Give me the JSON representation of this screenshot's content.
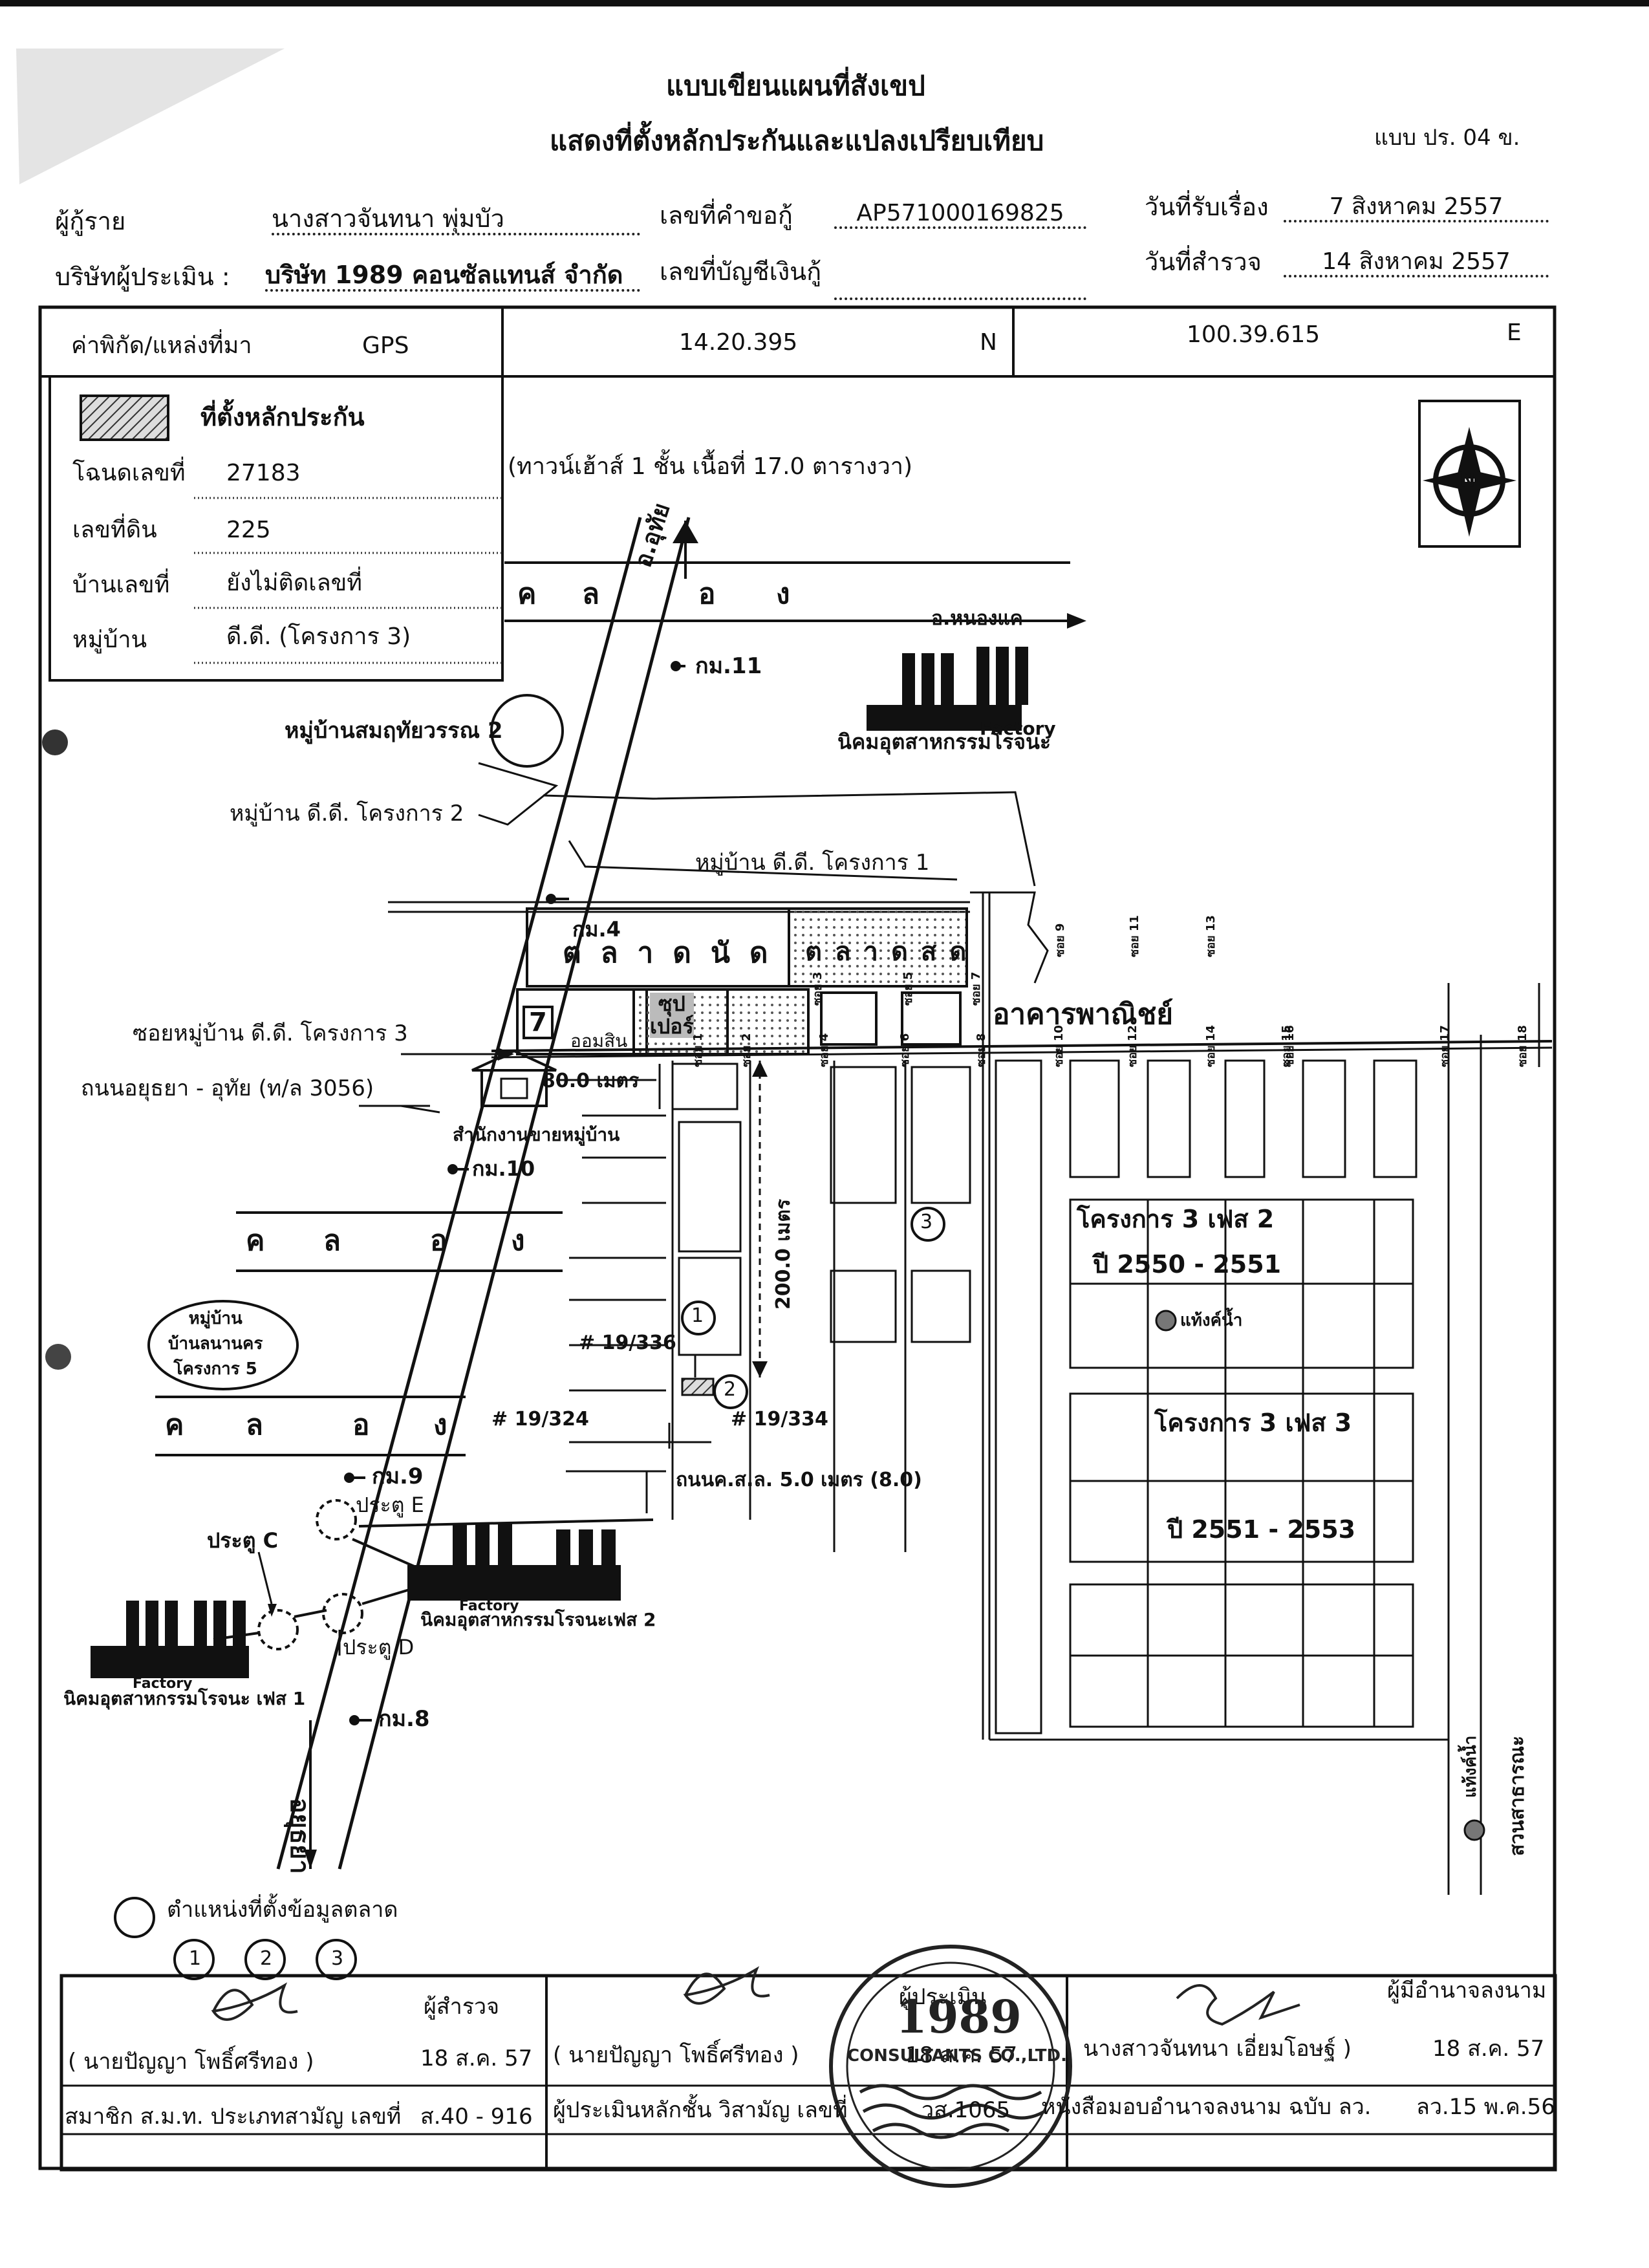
{
  "header": {
    "title": "แบบเขียนแผนที่สังเขป",
    "subtitle": "แสดงที่ตั้งหลักประกันและแปลงเปรียบเทียบ",
    "form_code": "แบบ ปร. 04 ข."
  },
  "info": {
    "applicant_label": "ผู้กู้ราย",
    "applicant_value": "นางสาวจันทนา   พุ่มบัว",
    "request_no_label": "เลขที่คำขอกู้",
    "request_no_value": "AP571000169825",
    "received_date_label": "วันที่รับเรื่อง",
    "received_date_value": "7 สิงหาคม 2557",
    "appraiser_company_label": "บริษัทผู้ประเมิน :",
    "appraiser_company_value": "บริษัท 1989 คอนซัลแทนส์ จำกัด",
    "loan_account_label": "เลขที่บัญชีเงินกู้",
    "survey_date_label": "วันที่สำรวจ",
    "survey_date_value": "14 สิงหาคม 2557"
  },
  "coords": {
    "label": "ค่าพิกัด/แหล่งที่มา",
    "source": "GPS",
    "lat": "14.20.395",
    "lat_dir": "N",
    "lon": "100.39.615",
    "lon_dir": "E"
  },
  "collateral": {
    "legend_label": "ที่ตั้งหลักประกัน",
    "deed_label": "โฉนดเลขที่",
    "deed_value": "27183",
    "land_no_label": "เลขที่ดิน",
    "land_no_value": "225",
    "house_no_label": "บ้านเลขที่",
    "house_no_value": "ยังไม่ติดเลขที่",
    "village_label": "หมู่บ้าน",
    "village_value": "ดี.ดี. (โครงการ 3)",
    "building_note": "(ทาวน์เฮ้าส์ 1 ชั้น  เนื้อที่ 17.0 ตารางวา)"
  },
  "map": {
    "compass": "N",
    "road_north": "อ.อุทัย",
    "road_south": "อยุธยา",
    "canal_chars": [
      "ค",
      "ล",
      "อ",
      "ง"
    ],
    "to_nongkhae": "อ.หนองแค",
    "km11": "กม.11",
    "km10": "กม.10",
    "km9": "กม.9",
    "km8": "กม.8",
    "km4": "กม.4",
    "village_somrudee": "หมู่บ้านสมฤทัยวรรณ 2",
    "village_dd2": "หมู่บ้าน ดี.ดี. โครงการ 2",
    "village_dd1": "หมู่บ้าน ดี.ดี. โครงการ 1",
    "soi_dd3": "ซอยหมู่บ้าน ดี.ดี. โครงการ 3",
    "road_main": "ถนนอยุธยา - อุทัย (ท/ล 3056)",
    "market_nat": "ตลาดนัด",
    "market_fresh": "ตลาดสด",
    "supermarket": "ซุป\nเปอร์",
    "seven": "7",
    "savings": "ออมสิน",
    "commercial": "อาคารพาณิชย์",
    "village_office": "สำนักงานขายหมู่บ้าน",
    "dist_80": "80.0 เมตร",
    "dist_200": "200.0 เมตร",
    "road_width": "ถนนค.ส.ล. 5.0 เมตร (8.0)",
    "plot_19_336": "# 19/336",
    "plot_19_324": "# 19/324",
    "plot_19_334": "# 19/334",
    "phase2_title": "โครงการ 3 เฟส 2",
    "phase2_years": "ปี 2550 - 2551",
    "phase3_title": "โครงการ 3 เฟส 3",
    "phase3_years": "ปี 2551 - 2553",
    "water_tank": "แท้งค์น้ำ",
    "park": "สวนสาธารณะ",
    "village_banlanakorn": "หมู่บ้าน\nบ้านลนานคร\nโครงการ 5",
    "gate_c": "ประตู C",
    "gate_d": "ประตู D",
    "gate_e": "ประตู E",
    "factory": "Factory",
    "estate_rojana": "นิคมอุตสาหกรรมโรจนะ",
    "estate_rojana_2": "นิคมอุตสาหกรรมโรจนะเฟส 2",
    "estate_rojana_1": "นิคมอุตสาหกรรมโรจนะ เฟส 1",
    "soi_labels": [
      "ซอย 1",
      "ซอย 2",
      "ซอย 3",
      "ซอย 4",
      "ซอย 5",
      "ซอย 6",
      "ซอย 7",
      "ซอย 8",
      "ซอย 9",
      "ซอย 10",
      "ซอย 11",
      "ซอย 12",
      "ซอย 13",
      "ซอย 14",
      "ซอย 15",
      "ซอย 16",
      "ซอย 17",
      "ซอย 18"
    ],
    "comp_1": "1",
    "comp_2": "2",
    "comp_3": "3"
  },
  "legend": {
    "market_data_label": "ตำแหน่งที่ตั้งข้อมูลตลาด",
    "nums": [
      "1",
      "2",
      "3"
    ]
  },
  "signatures": {
    "surveyor_role": "ผู้สำรวจ",
    "surveyor_name": "(  นายปัญญา     โพธิ์ศรีทอง  )",
    "surveyor_date": "18 ส.ค. 57",
    "surveyor_member": "สมาชิก ส.ม.ท. ประเภทสามัญ เลขที่",
    "surveyor_member_no": "ส.40 - 916",
    "appraiser_role": "ผู้ประเมิน",
    "appraiser_name": "(  นายปัญญา     โพธิ์ศรีทอง  )",
    "appraiser_date": "18 ส.ค. 57",
    "appraiser_class": "ผู้ประเมินหลักชั้น วิสามัญ เลขที่",
    "appraiser_class_no": "วส.1065",
    "authorized_role": "ผู้มีอำนาจลงนาม",
    "authorized_name": "นางสาวจันทนา  เอี่ยมโอษฐ์  )",
    "authorized_date": "18 ส.ค. 57",
    "authorized_letter": "หนังสือมอบอำนาจลงนาม ฉบับ ลว.",
    "authorized_letter_date": "ลว.15 พ.ค.56",
    "stamp_text": "1989",
    "stamp_sub": "CONSULTANTS CO.,LTD."
  }
}
